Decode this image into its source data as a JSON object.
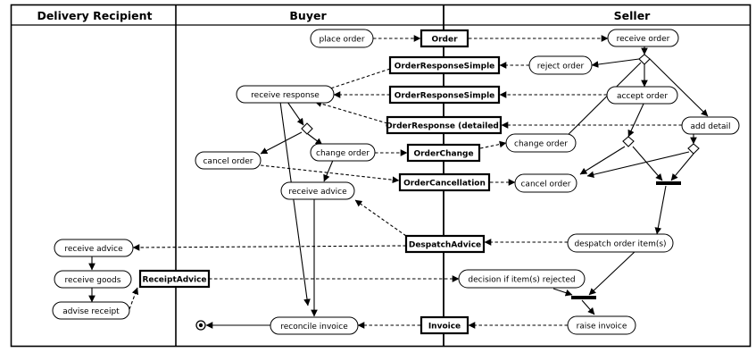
{
  "lanes": {
    "recipient": "Delivery Recipient",
    "buyer": "Buyer",
    "seller": "Seller"
  },
  "activities": {
    "place_order": "place order",
    "receive_order": "receive order",
    "reject_order": "reject order",
    "receive_response": "receive response",
    "accept_order": "accept order",
    "add_detail": "add detail",
    "cancel_order_buyer": "cancel order",
    "change_order_buyer": "change order",
    "change_order_seller": "change order",
    "receive_advice_buyer": "receive advice",
    "cancel_order_seller": "cancel order",
    "receive_advice_recipient": "receive advice",
    "despatch_items": "despatch order item(s)",
    "receive_goods": "receive goods",
    "decision_rejected": "decision if item(s) rejected",
    "advise_receipt": "advise receipt",
    "reconcile_invoice": "reconcile invoice",
    "raise_invoice": "raise invoice"
  },
  "documents": {
    "order": "Order",
    "ors1": "OrderResponseSimple",
    "ors2": "OrderResponseSimple",
    "ord": "OrderResponse (detailed)",
    "change": "OrderChange",
    "cancel": "OrderCancellation",
    "despatch": "DespatchAdvice",
    "receipt": "ReceiptAdvice",
    "invoice": "Invoice"
  },
  "colors": {
    "line": "#000000",
    "background": "#ffffff"
  }
}
